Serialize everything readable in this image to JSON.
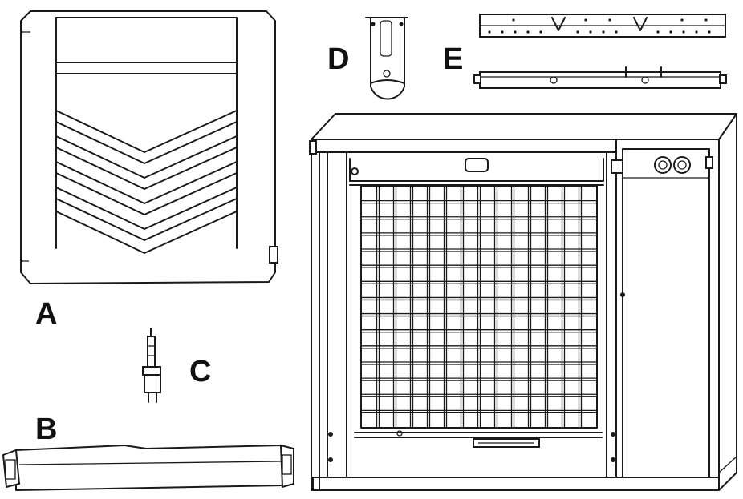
{
  "diagram": {
    "parts": [
      {
        "id": "a",
        "label": "A",
        "component": "front-grille"
      },
      {
        "id": "b",
        "label": "B",
        "component": "burner-tube"
      },
      {
        "id": "c",
        "label": "C",
        "component": "igniter"
      },
      {
        "id": "d",
        "label": "D",
        "component": "bracket"
      },
      {
        "id": "e",
        "label": "E",
        "component": "rails"
      }
    ]
  },
  "colors": {
    "stroke": "#1a1a1a",
    "background": "#ffffff",
    "label": "#111111"
  }
}
